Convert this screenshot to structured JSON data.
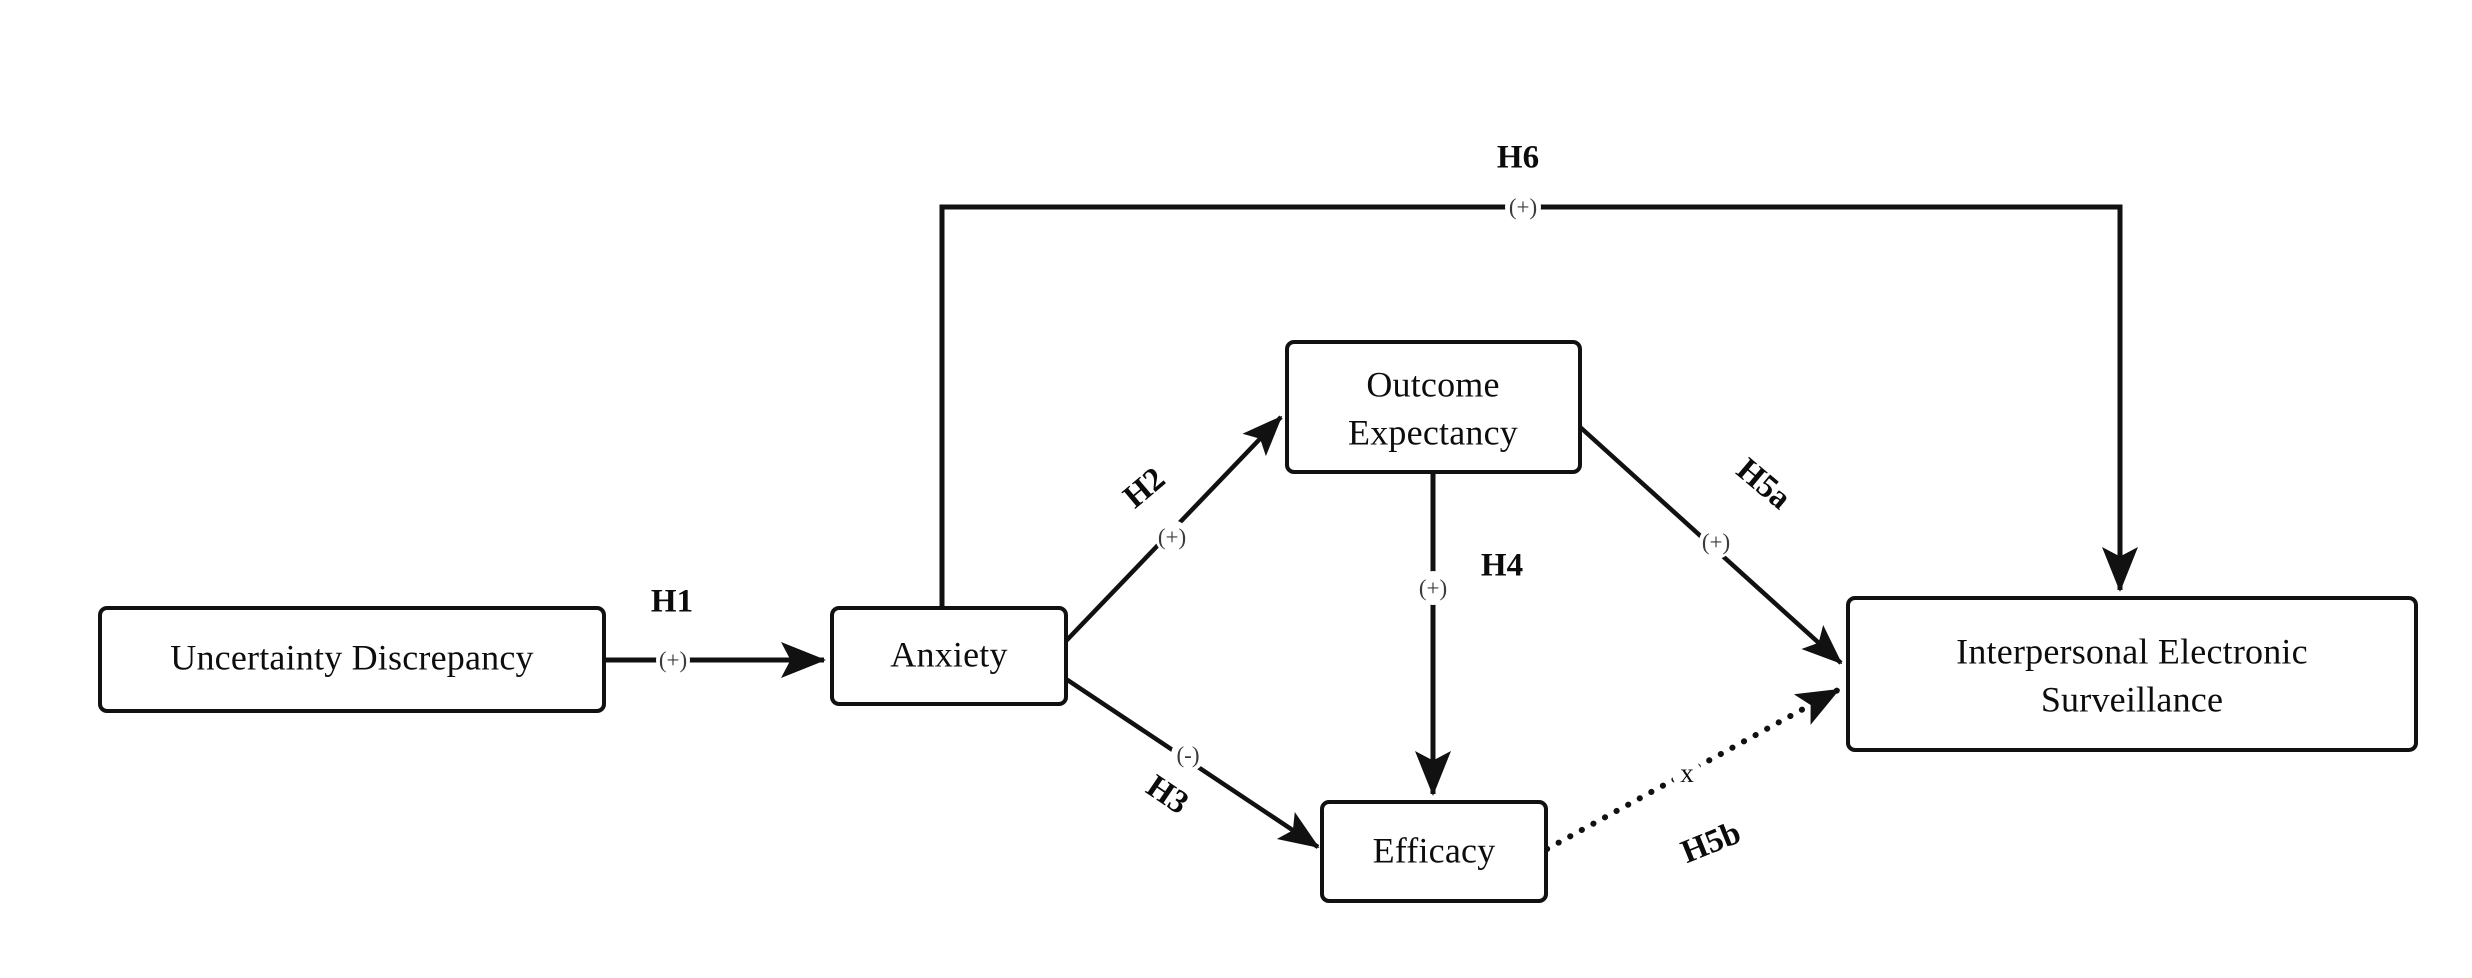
{
  "diagram": {
    "type": "path-model",
    "background_color": "#ffffff",
    "line_color": "#111111",
    "text_color": "#0d0d0d",
    "nodes": [
      {
        "id": "uncertainty",
        "label": "Uncertainty Discrepancy",
        "lines": [
          "Uncertainty Discrepancy"
        ]
      },
      {
        "id": "anxiety",
        "label": "Anxiety",
        "lines": [
          "Anxiety"
        ]
      },
      {
        "id": "outcome",
        "label": "Outcome Expectancy",
        "lines": [
          "Outcome",
          "Expectancy"
        ]
      },
      {
        "id": "efficacy",
        "label": "Efficacy",
        "lines": [
          "Efficacy"
        ]
      },
      {
        "id": "ies",
        "label": "Interpersonal Electronic Surveillance",
        "lines": [
          "Interpersonal Electronic",
          "Surveillance"
        ]
      }
    ],
    "edges": [
      {
        "id": "h1",
        "label": "H1",
        "sign": "(+)",
        "from": "uncertainty",
        "to": "anxiety",
        "style": "solid"
      },
      {
        "id": "h2",
        "label": "H2",
        "sign": "(+)",
        "from": "anxiety",
        "to": "outcome",
        "style": "solid"
      },
      {
        "id": "h3",
        "label": "H3",
        "sign": "(-)",
        "from": "anxiety",
        "to": "efficacy",
        "style": "solid"
      },
      {
        "id": "h4",
        "label": "H4",
        "sign": "(+)",
        "from": "outcome",
        "to": "efficacy",
        "style": "solid"
      },
      {
        "id": "h5a",
        "label": "H5a",
        "sign": "(+)",
        "from": "outcome",
        "to": "ies",
        "style": "solid"
      },
      {
        "id": "h5b",
        "label": "H5b",
        "sign": "x",
        "from": "efficacy",
        "to": "ies",
        "style": "dotted"
      },
      {
        "id": "h6",
        "label": "H6",
        "sign": "(+)",
        "from": "anxiety",
        "to": "ies",
        "style": "solid-elbow"
      }
    ]
  }
}
